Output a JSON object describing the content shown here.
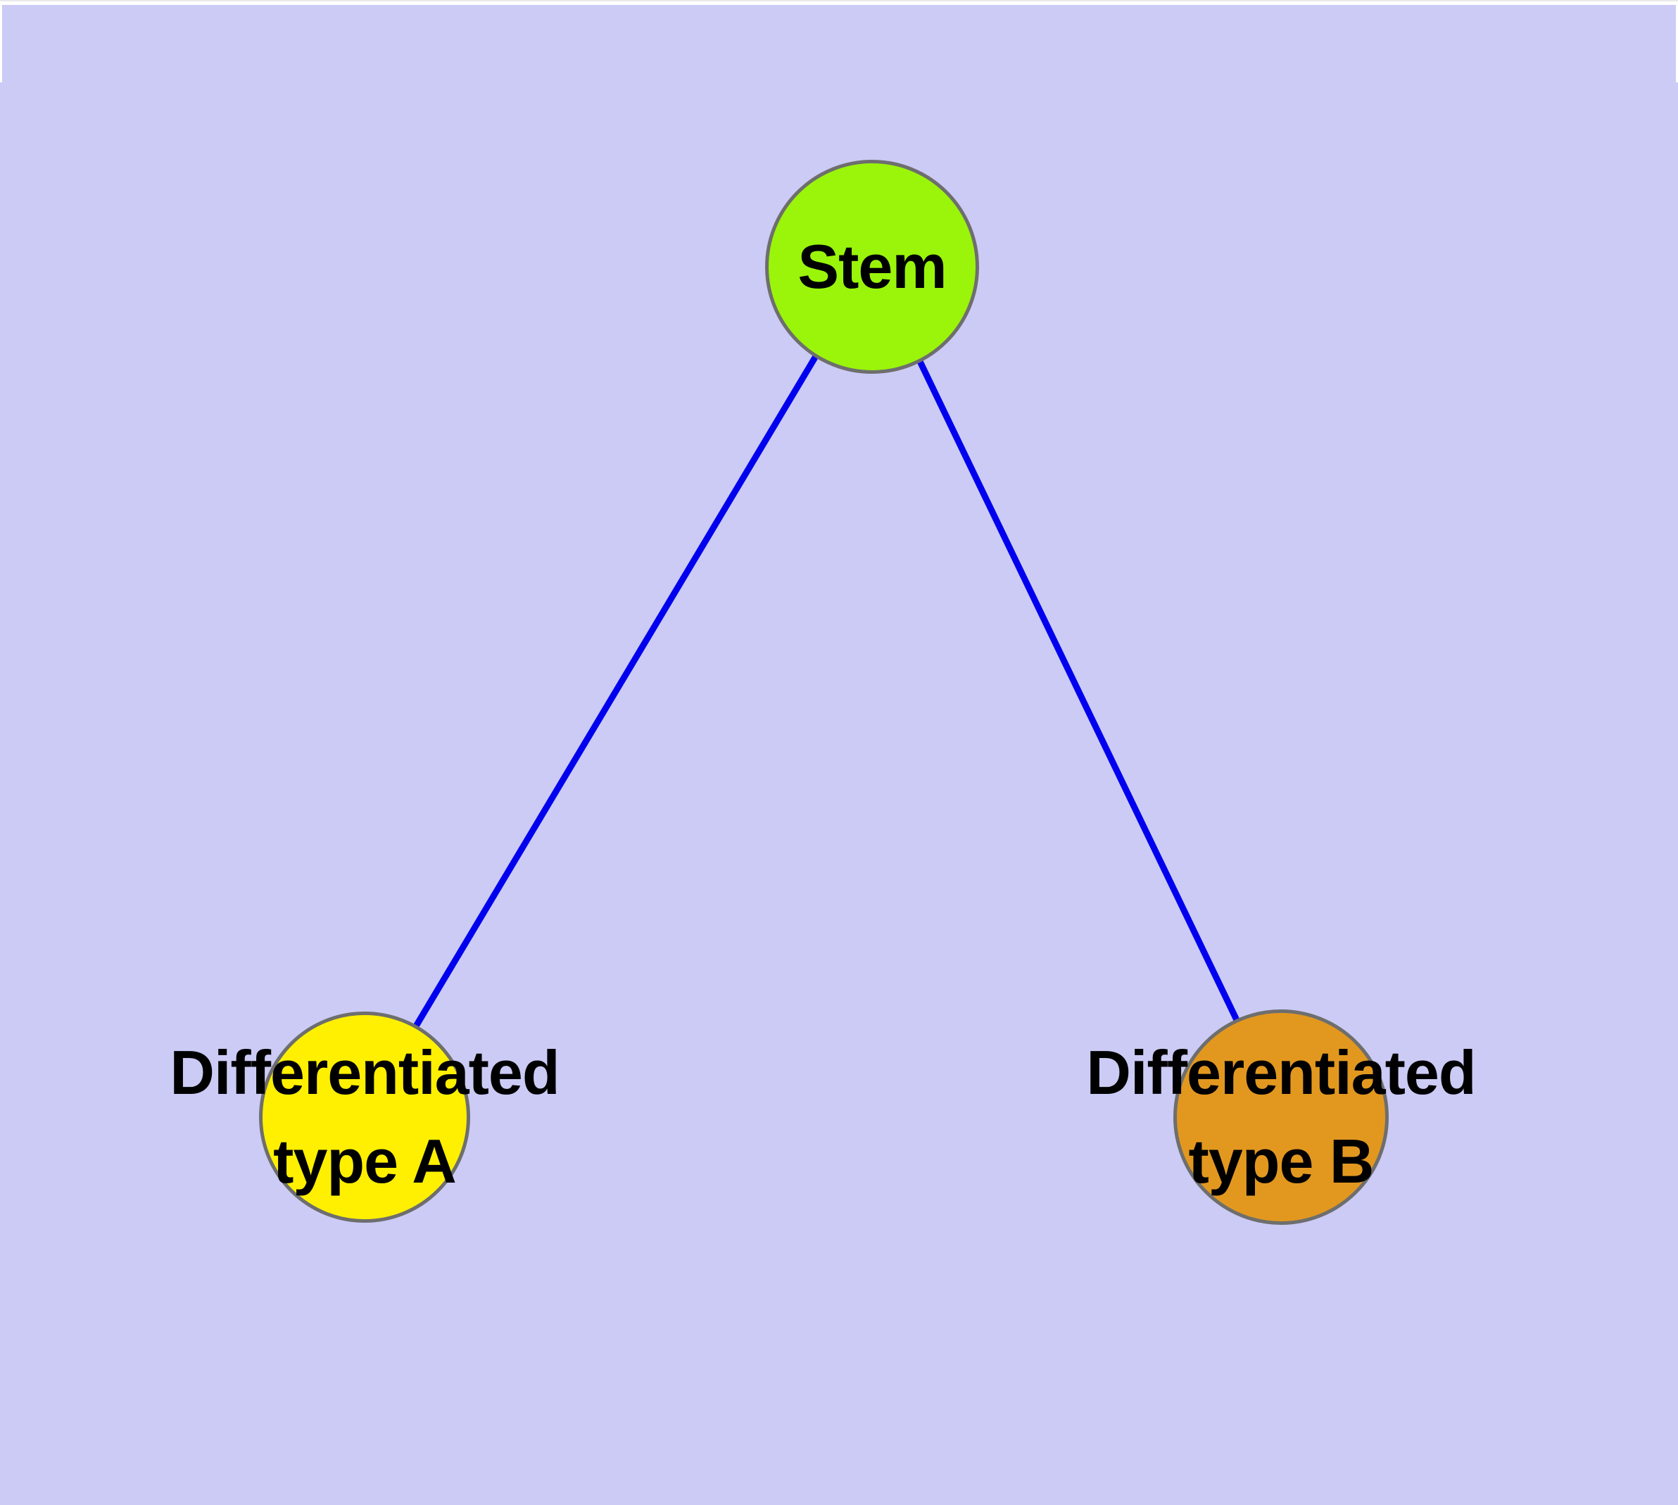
{
  "diagram": {
    "description": "Cell differentiation graph: a stem node with two differentiated daughter types",
    "nodes": [
      {
        "id": "stem",
        "label": "Stem",
        "fill": "#9AF50A",
        "border": "#6E6E6E",
        "shape": "circle"
      },
      {
        "id": "type-a",
        "label": "Differentiated type A",
        "label_line1": "Differentiated",
        "label_line2": "type A",
        "fill": "#FEF000",
        "border": "#6E6E6E",
        "shape": "circle"
      },
      {
        "id": "type-b",
        "label": "Differentiated type B",
        "label_line1": "Differentiated",
        "label_line2": "type B",
        "fill": "#E2981F",
        "border": "#6E6E6E",
        "shape": "circle"
      }
    ],
    "edges": [
      {
        "from": "stem",
        "to": "type-a",
        "color": "#0000EE"
      },
      {
        "from": "stem",
        "to": "type-b",
        "color": "#0000EE"
      }
    ],
    "colors": {
      "canvas_background": "#CBCBF5",
      "page_margin": "#FFFFFF",
      "edge": "#0000EE",
      "node_border": "#6E6E6E",
      "label_text": "#000000"
    }
  }
}
